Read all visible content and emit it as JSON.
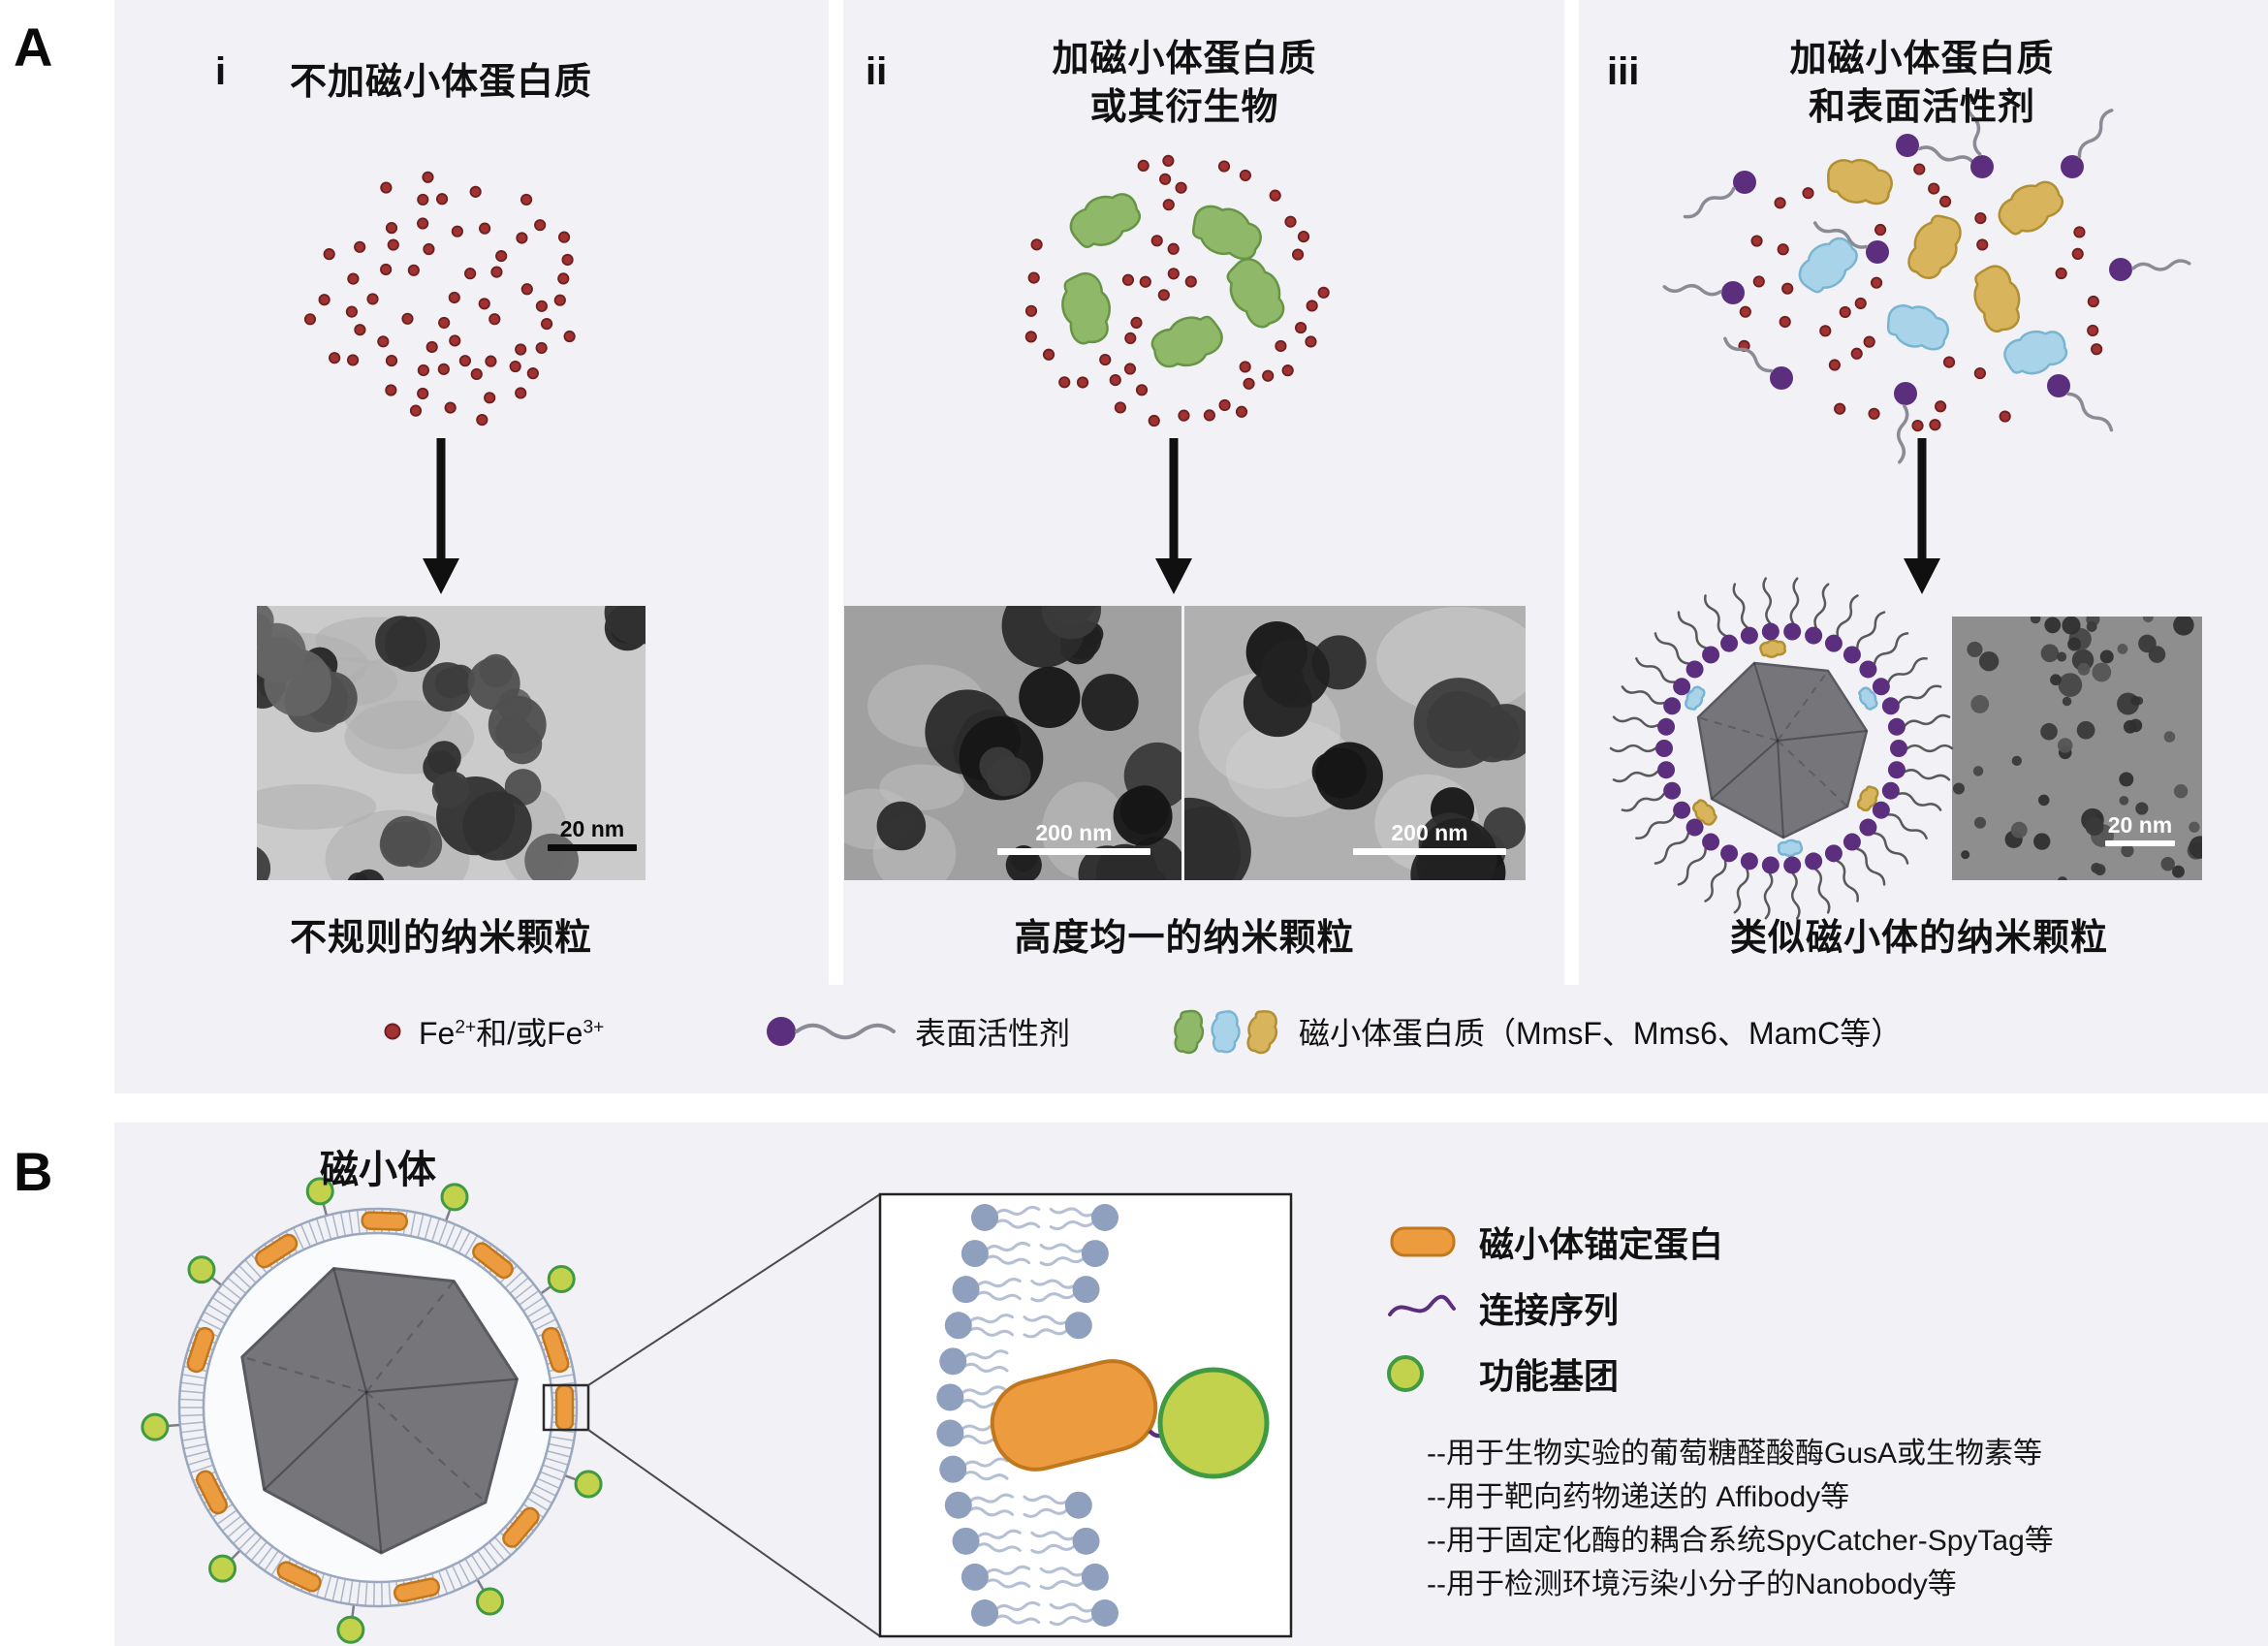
{
  "panel_a": {
    "label": "A",
    "columns": [
      {
        "index_label": "i",
        "title_line1": "不加磁小体蛋白质",
        "title_line2": "",
        "caption": "不规则的纳米颗粒",
        "scale_bar": "20 nm"
      },
      {
        "index_label": "ii",
        "title_line1": "加磁小体蛋白质",
        "title_line2": "或其衍生物",
        "caption": "高度均一的纳米颗粒",
        "scale_bar_left": "200 nm",
        "scale_bar_right": "200 nm"
      },
      {
        "index_label": "iii",
        "title_line1": "加磁小体蛋白质",
        "title_line2": "和表面活性剂",
        "caption": "类似磁小体的纳米颗粒",
        "scale_bar": "20 nm"
      }
    ],
    "legend": {
      "fe": {
        "pre": "Fe",
        "sup1": "2+",
        "mid": "和/或Fe",
        "sup2": "3+"
      },
      "surfactant_label": "表面活性剂",
      "protein_label": "磁小体蛋白质（MmsF、Mms6、MamC等）"
    }
  },
  "panel_b": {
    "label": "B",
    "title": "磁小体",
    "legend": {
      "anchor_label": "磁小体锚定蛋白",
      "linker_label": "连接序列",
      "functional_label": "功能基团"
    },
    "notes": [
      "--用于生物实验的葡萄糖醛酸酶GusA或生物素等",
      "--用于靶向药物递送的 Affibody等",
      "--用于固定化酶的耦合系统SpyCatcher-SpyTag等",
      "--用于检测环境污染小分子的Nanobody等"
    ]
  },
  "colors": {
    "panel_bg": "#f2f2f6",
    "iron": "#a03232",
    "iron_dark": "#6e1f1f",
    "surfactant_purple": "#5c2e7e",
    "tail_gray": "#8b8b95",
    "protein_green": "#8fb868",
    "protein_green_dark": "#679447",
    "protein_blue": "#a9d3e8",
    "protein_blue_dark": "#79b4d2",
    "protein_yellow": "#d8b45c",
    "protein_yellow_dark": "#b08f35",
    "anchor_orange": "#ec9c3e",
    "anchor_orange_dark": "#c1771e",
    "functional_green": "#c3d24c",
    "functional_green_dark": "#3f9a43",
    "crystal_gray": "#75757a",
    "crystal_gray_dark": "#595960",
    "membrane_gray": "#9aa7bd",
    "lipid_head": "#8ea0bd",
    "lipid_tail": "#b5c0d4"
  }
}
